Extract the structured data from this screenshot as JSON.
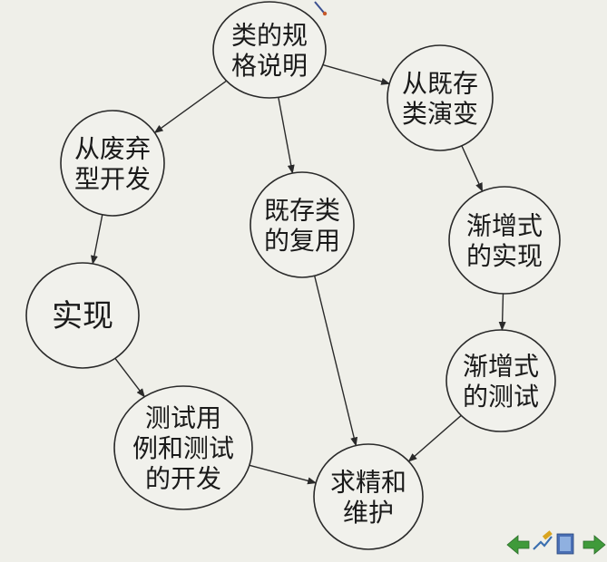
{
  "diagram": {
    "nodes": [
      {
        "id": "spec",
        "lines": [
          "类的规",
          "格说明"
        ]
      },
      {
        "id": "discard",
        "lines": [
          "从废弃",
          "型开发"
        ]
      },
      {
        "id": "evolve",
        "lines": [
          "从既存",
          "类演变"
        ]
      },
      {
        "id": "reuse",
        "lines": [
          "既存类",
          "的复用"
        ]
      },
      {
        "id": "incimpl",
        "lines": [
          "渐增式",
          "的实现"
        ]
      },
      {
        "id": "impl",
        "lines": [
          "实现"
        ]
      },
      {
        "id": "inctest",
        "lines": [
          "渐增式",
          "的测试"
        ]
      },
      {
        "id": "testdev",
        "lines": [
          "测试用",
          "例和测试",
          "的开发"
        ]
      },
      {
        "id": "refine",
        "lines": [
          "求精和",
          "维护"
        ]
      }
    ],
    "edges": [
      [
        "spec",
        "discard"
      ],
      [
        "spec",
        "reuse"
      ],
      [
        "spec",
        "evolve"
      ],
      [
        "discard",
        "impl"
      ],
      [
        "impl",
        "testdev"
      ],
      [
        "testdev",
        "refine"
      ],
      [
        "reuse",
        "refine"
      ],
      [
        "evolve",
        "incimpl"
      ],
      [
        "incimpl",
        "inctest"
      ],
      [
        "inctest",
        "refine"
      ]
    ]
  },
  "nav_icons": [
    "back-arrow-icon",
    "pen-check-icon",
    "book-icon",
    "forward-arrow-icon"
  ]
}
